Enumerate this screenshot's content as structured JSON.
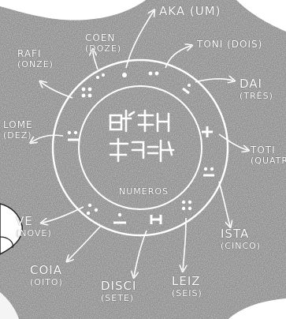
{
  "center_label": "NUMEROS",
  "numbers": [
    {
      "name": "AKA",
      "translation": "(UM)"
    },
    {
      "name": "TONI",
      "translation": "(DOIS)"
    },
    {
      "name": "DAI",
      "translation": "(TRÊS)"
    },
    {
      "name": "TOTI",
      "translation": "(QUATRO)"
    },
    {
      "name": "ISTA",
      "translation": "(CINCO)"
    },
    {
      "name": "LEIZ",
      "translation": "(SEIS)"
    },
    {
      "name": "DISCI",
      "translation": "(SETE)"
    },
    {
      "name": "COIA",
      "translation": "(OITO)"
    },
    {
      "name": "VE",
      "translation": "(NOVE)"
    },
    {
      "name": "LOME",
      "translation": "(DEZ)"
    },
    {
      "name": "RAFI",
      "translation": "(ONZE)"
    },
    {
      "name": "COEN",
      "translation": "(DOZE)"
    }
  ],
  "colors": {
    "background": "#8f8f8f",
    "ink": "#ffffff",
    "paper": "#ffffff"
  }
}
